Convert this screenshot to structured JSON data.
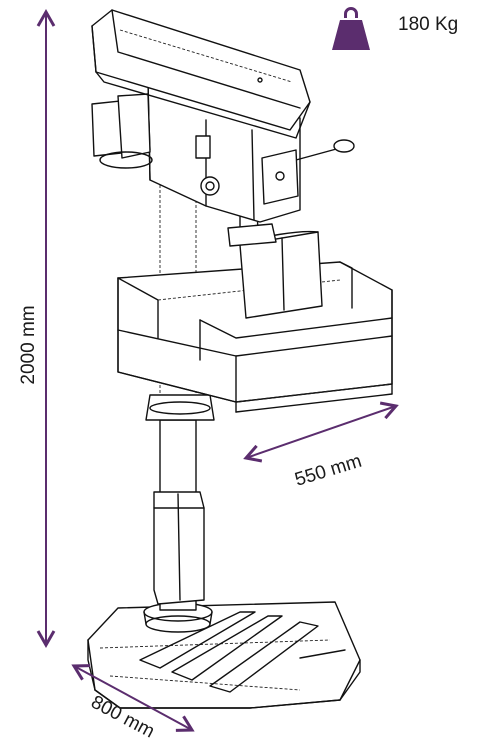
{
  "weight": {
    "label": "180 Kg",
    "icon": "weight-icon",
    "color": "#5b2d6e"
  },
  "dimensions": {
    "height": "2000 mm",
    "width": "550 mm",
    "depth": "800 mm",
    "arrow_color": "#5b2d6e"
  }
}
